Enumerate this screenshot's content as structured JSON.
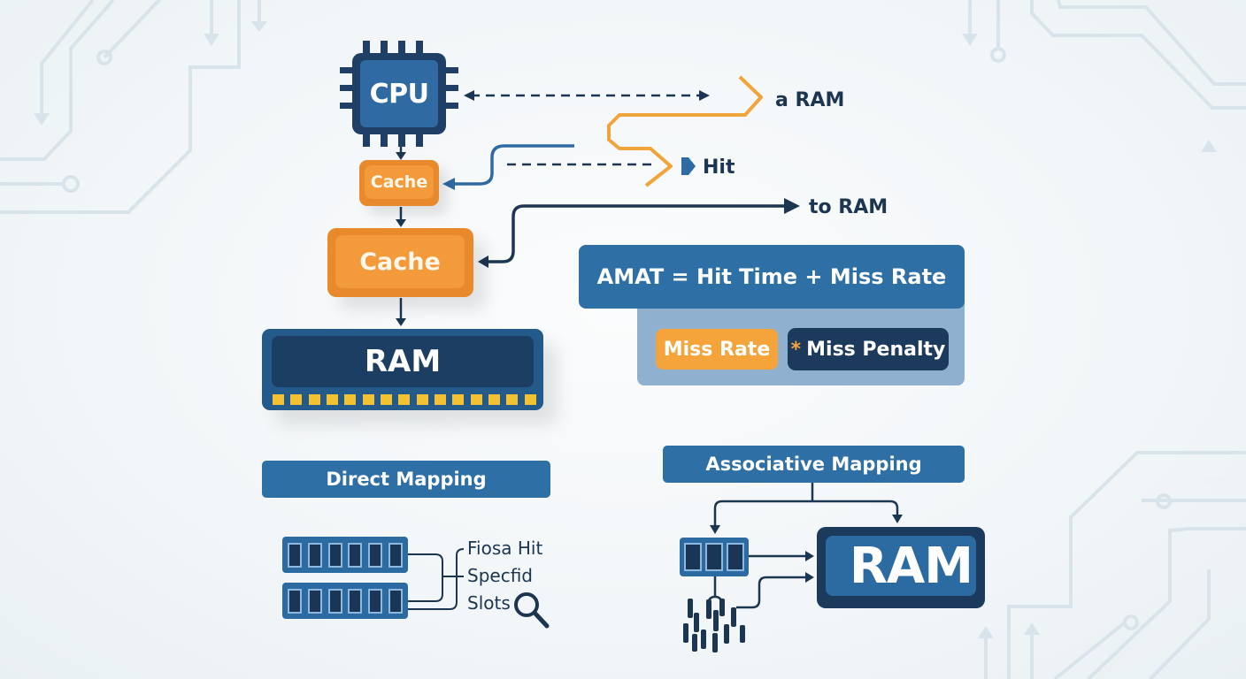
{
  "diagram": {
    "title": "CPU Cache Memory Hierarchy",
    "colors": {
      "navy": "#1c3a5c",
      "blue": "#2e6fa5",
      "orange": "#f39a3a",
      "yellow_pins": "#f2c232",
      "light_blue": "#8fb0cf",
      "background": "#f2f6f8"
    },
    "cpu": {
      "label": "CPU",
      "icon": "cpu-chip-icon"
    },
    "cache_l1": {
      "label": "Cache"
    },
    "cache_l2": {
      "label": "Cache"
    },
    "ram": {
      "label": "RAM",
      "icon": "memory-module-icon"
    },
    "flow_labels": {
      "a_ram": "a RAM",
      "hit": "Hit",
      "to_ram": "to RAM"
    },
    "formula": {
      "main": "AMAT = Hit Time + Miss Rate",
      "miss_rate": "Miss Rate",
      "operator": "*",
      "miss_penalty": "Miss Penalty"
    },
    "direct_mapping": {
      "header": "Direct Mapping",
      "rows": [
        {
          "slots": 6
        },
        {
          "slots": 6
        }
      ],
      "notes": [
        "Fiosa Hit",
        "Specfid",
        "Slots"
      ],
      "icon": "magnifier-icon"
    },
    "associative_mapping": {
      "header": "Associative Mapping",
      "cache_slots": 3,
      "target_label": "RAM",
      "icon": "scattered-blocks-icon"
    }
  }
}
